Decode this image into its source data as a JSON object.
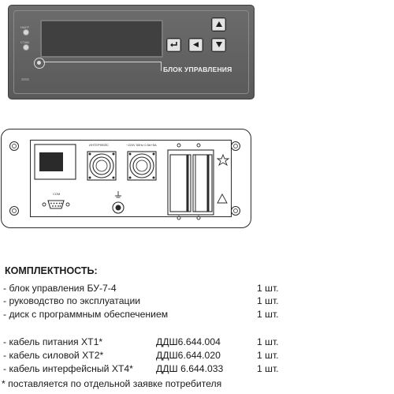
{
  "front_panel": {
    "led_labels": [
      "НАГР",
      "СТАБ"
    ],
    "title": "БЛОК УПРАВЛЕНИЯ",
    "buttons": [
      "up-arrow",
      "enter",
      "left-arrow",
      "down-arrow"
    ]
  },
  "rear_panel": {
    "connector_labels": [
      "ИНТЕРФЕЙС",
      "~220V 50Hz 0.5A+5A",
      "COM"
    ]
  },
  "kit": {
    "title": "КОМПЛЕКТНОСТЬ:",
    "items": [
      {
        "name": "- блок управления  БУ-7-4",
        "code": "",
        "qty": "1 шт."
      },
      {
        "name": "- руководство по эксплуатации",
        "code": "",
        "qty": "1 шт."
      },
      {
        "name": "- диск с программным обеспечением",
        "code": "",
        "qty": "1 шт."
      },
      {
        "name": "- кабель питания ХТ1*",
        "code": "ДДШ6.644.004",
        "qty": "1 шт."
      },
      {
        "name": "- кабель силовой ХТ2*",
        "code": "ДДШ6.644.020",
        "qty": "1 шт."
      },
      {
        "name": "- кабель интерфейсный ХТ4*",
        "code": "ДДШ 6.644.033",
        "qty": "1 шт."
      }
    ],
    "footnote": "* поставляется по отдельной заявке потребителя"
  }
}
